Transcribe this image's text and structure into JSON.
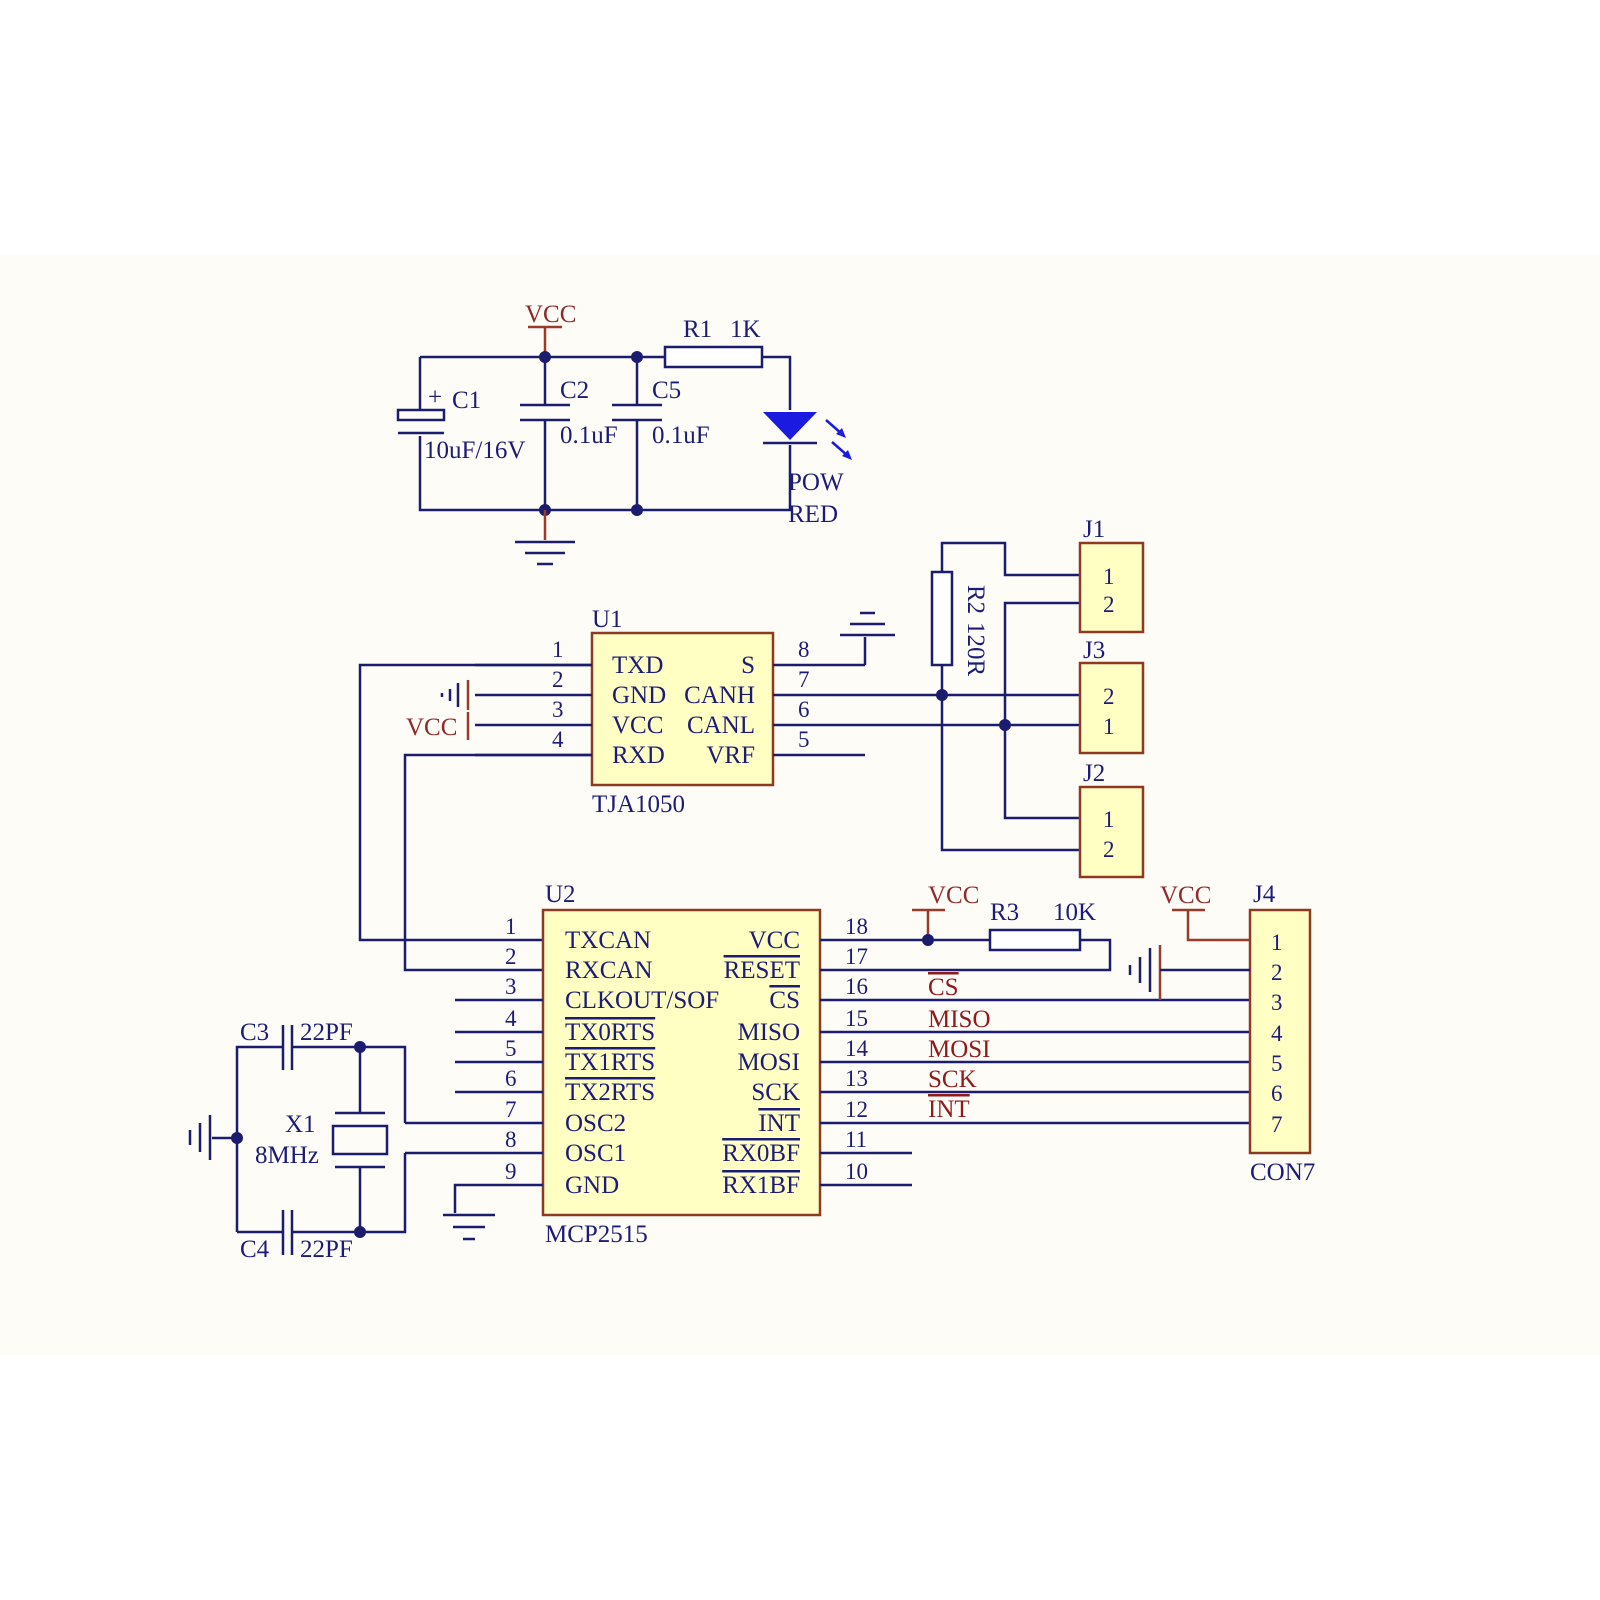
{
  "colors": {
    "wire": "#1c1c6e",
    "chip_fill": "#ffffc4",
    "chip_border": "#8e3a22",
    "net_label": "#8e1a1a",
    "led": "#1a1ae0"
  },
  "power": {
    "vcc": "VCC",
    "c1": {
      "ref": "C1",
      "value": "10uF/16V",
      "polarity": "+"
    },
    "c2": {
      "ref": "C2",
      "value": "0.1uF"
    },
    "c5": {
      "ref": "C5",
      "value": "0.1uF"
    },
    "r1": {
      "ref": "R1",
      "value": "1K"
    },
    "led": {
      "line1": "POW",
      "line2": "RED"
    }
  },
  "u1": {
    "ref": "U1",
    "part": "TJA1050",
    "left_pins": [
      {
        "num": "1",
        "name": "TXD"
      },
      {
        "num": "2",
        "name": "GND"
      },
      {
        "num": "3",
        "name": "VCC"
      },
      {
        "num": "4",
        "name": "RXD"
      }
    ],
    "right_pins": [
      {
        "num": "8",
        "name": "S"
      },
      {
        "num": "7",
        "name": "CANH"
      },
      {
        "num": "6",
        "name": "CANL"
      },
      {
        "num": "5",
        "name": "VRF"
      }
    ],
    "vcc": "VCC"
  },
  "r2": {
    "ref": "R2",
    "value": "120R"
  },
  "connectors": {
    "j1": {
      "ref": "J1",
      "pins": [
        "1",
        "2"
      ]
    },
    "j3": {
      "ref": "J3",
      "pins": [
        "2",
        "1"
      ]
    },
    "j2": {
      "ref": "J2",
      "pins": [
        "1",
        "2"
      ]
    },
    "j4": {
      "ref": "J4",
      "part": "CON7",
      "pins": [
        "1",
        "2",
        "3",
        "4",
        "5",
        "6",
        "7"
      ],
      "vcc": "VCC"
    }
  },
  "u2": {
    "ref": "U2",
    "part": "MCP2515",
    "left_pins": [
      {
        "num": "1",
        "name": "TXCAN"
      },
      {
        "num": "2",
        "name": "RXCAN"
      },
      {
        "num": "3",
        "name": "CLKOUT/SOF"
      },
      {
        "num": "4",
        "name": "TX0RTS"
      },
      {
        "num": "5",
        "name": "TX1RTS"
      },
      {
        "num": "6",
        "name": "TX2RTS"
      },
      {
        "num": "7",
        "name": "OSC2"
      },
      {
        "num": "8",
        "name": "OSC1"
      },
      {
        "num": "9",
        "name": "GND"
      }
    ],
    "right_pins": [
      {
        "num": "18",
        "name": "VCC"
      },
      {
        "num": "17",
        "name": "RESET"
      },
      {
        "num": "16",
        "name": "CS"
      },
      {
        "num": "15",
        "name": "MISO"
      },
      {
        "num": "14",
        "name": "MOSI"
      },
      {
        "num": "13",
        "name": "SCK"
      },
      {
        "num": "12",
        "name": "INT"
      },
      {
        "num": "11",
        "name": "RX0BF"
      },
      {
        "num": "10",
        "name": "RX1BF"
      }
    ],
    "vcc": "VCC"
  },
  "r3": {
    "ref": "R3",
    "value": "10K"
  },
  "nets": [
    "CS",
    "MISO",
    "MOSI",
    "SCK",
    "INT"
  ],
  "crystal": {
    "x1": {
      "ref": "X1",
      "value": "8MHz"
    },
    "c3": {
      "ref": "C3",
      "value": "22PF"
    },
    "c4": {
      "ref": "C4",
      "value": "22PF"
    }
  }
}
